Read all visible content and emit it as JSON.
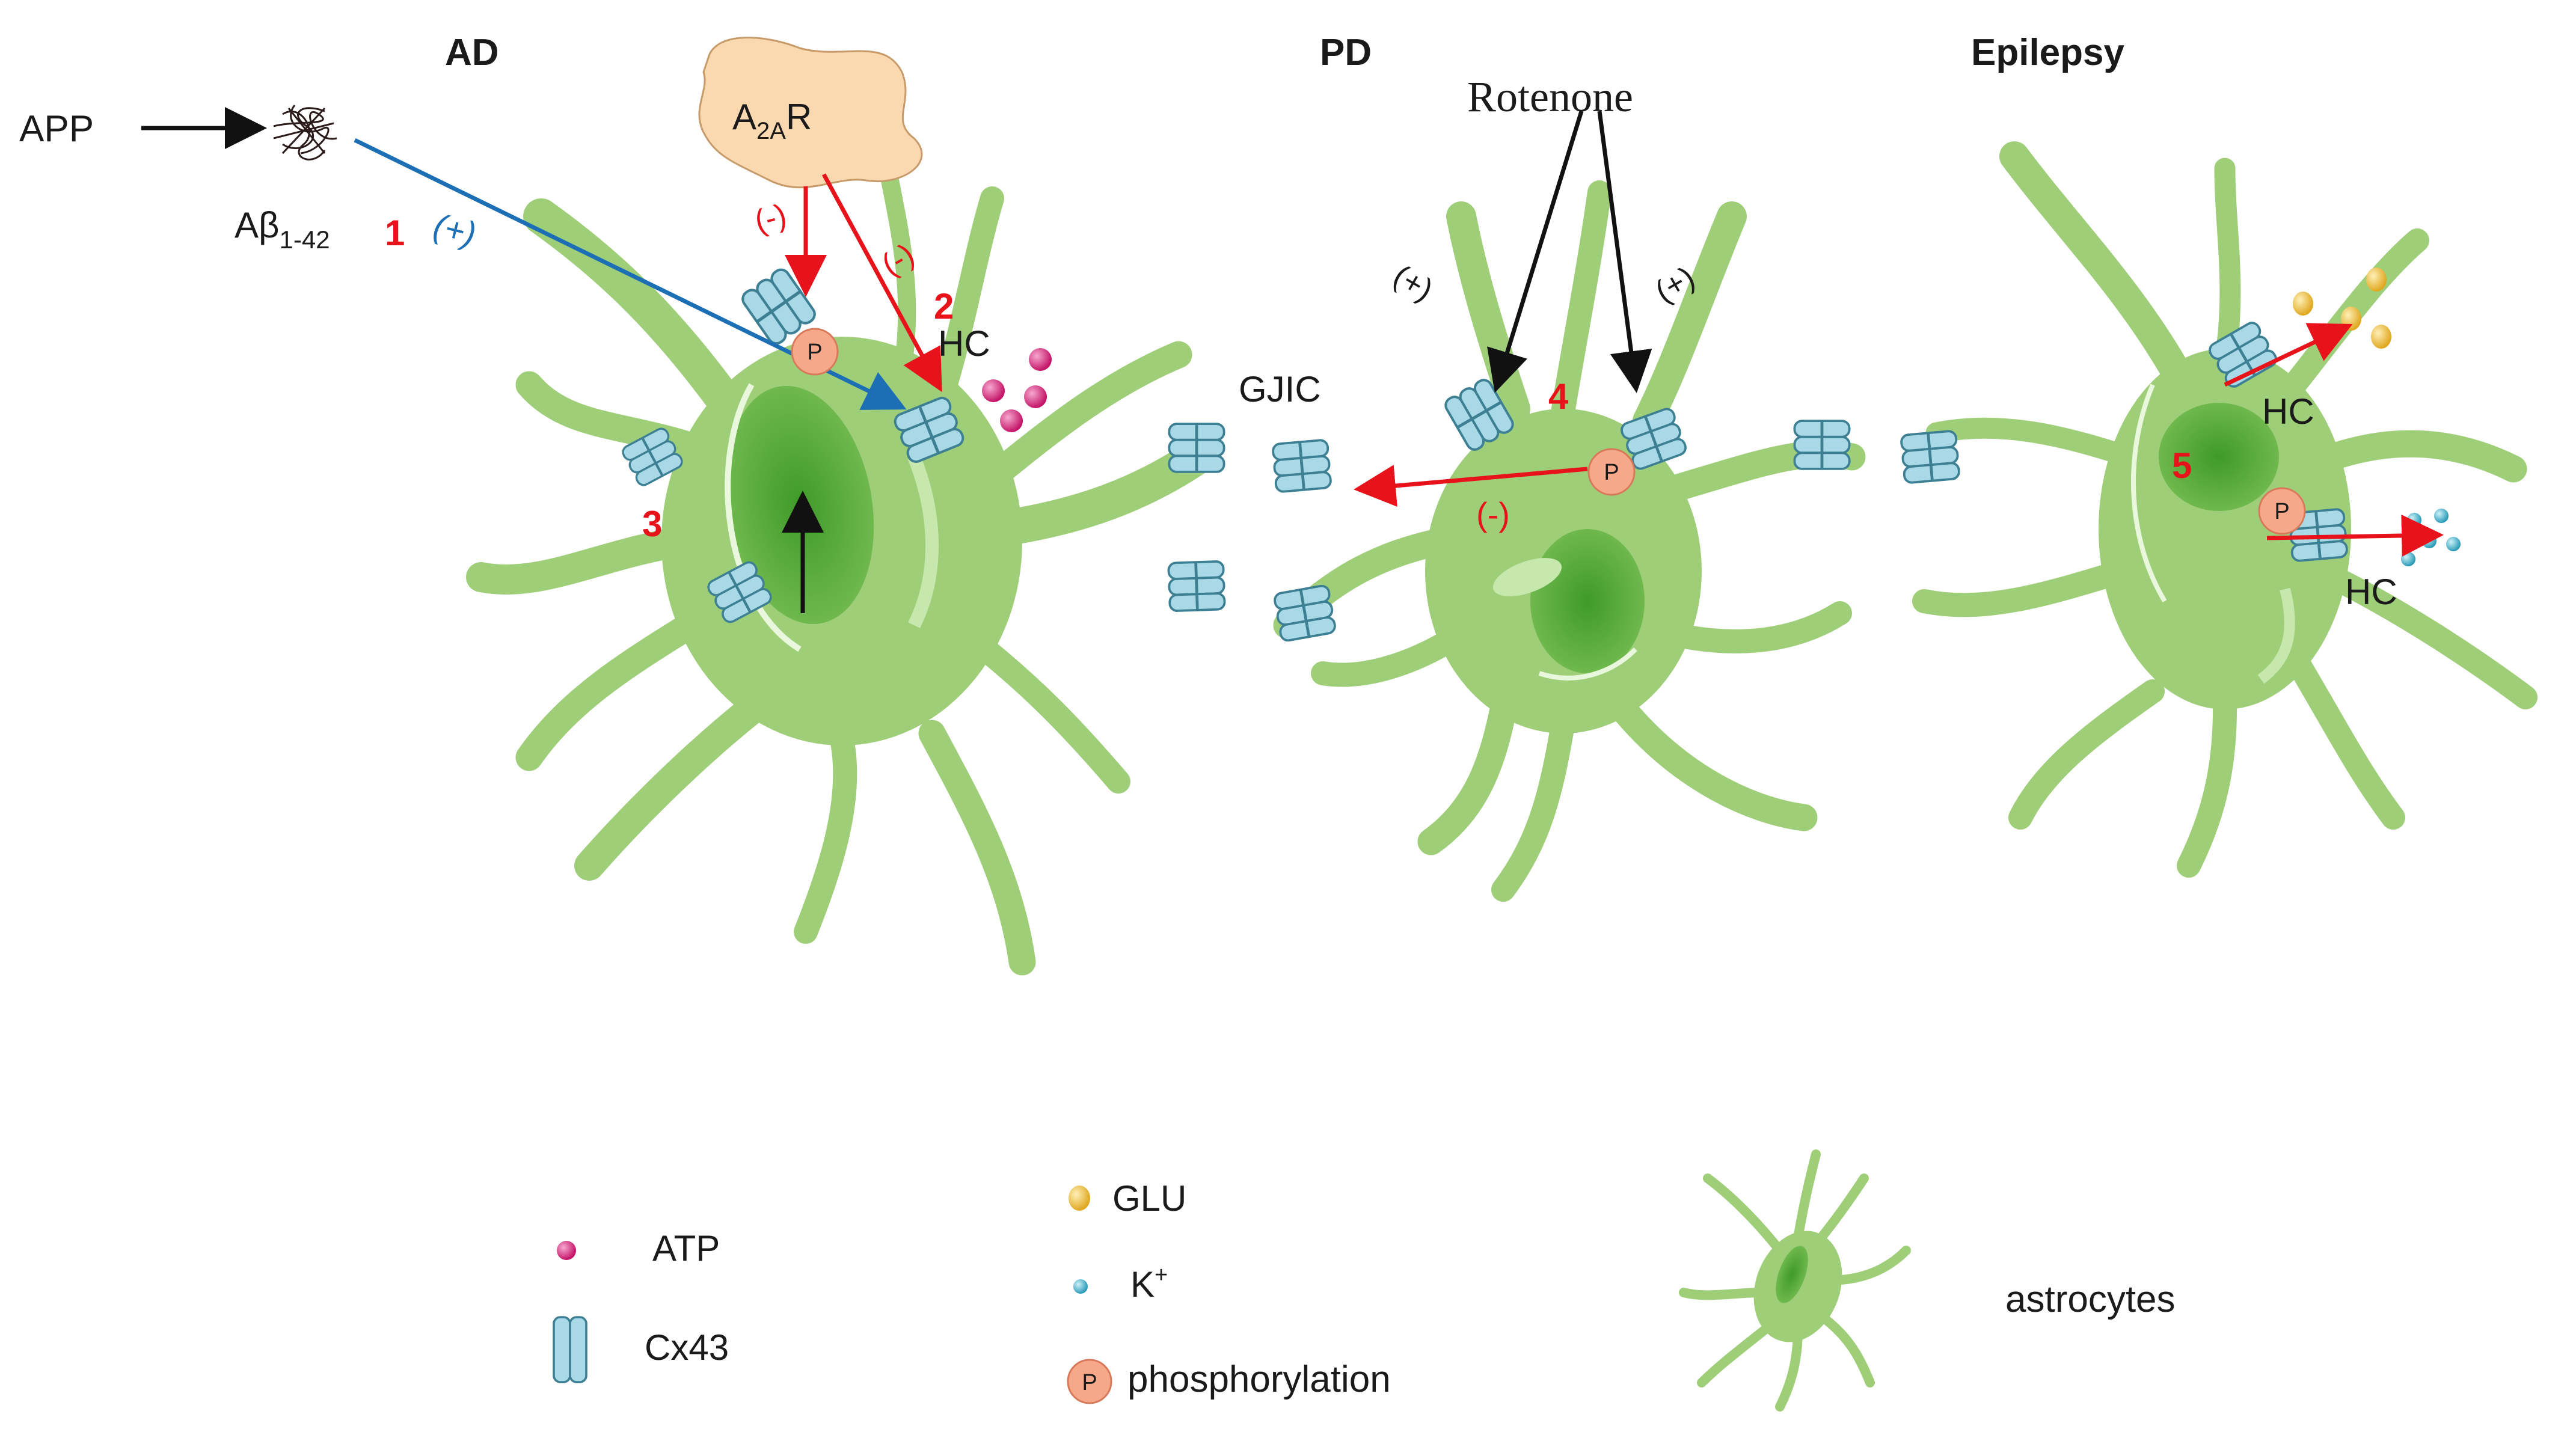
{
  "headings": {
    "ad": "AD",
    "pd": "PD",
    "epilepsy": "Epilepsy"
  },
  "labels": {
    "app": "APP",
    "abeta": "Aβ",
    "abeta_sub": "1-42",
    "a2ar_main": "A",
    "a2ar_sub": "2A",
    "a2ar_r": "R",
    "rotenone": "Rotenone",
    "gjic": "GJIC",
    "hc_ad": "HC",
    "hc_epi_top": "HC",
    "hc_epi_bottom": "HC",
    "phospho_mark": "P"
  },
  "steps": [
    "1",
    "2",
    "3",
    "4",
    "5"
  ],
  "signs": {
    "plus_blue": "(+)",
    "minus_a2ar_1": "(-)",
    "minus_a2ar_2": "(-)",
    "plus_rot_1": "(+)",
    "plus_rot_2": "(+)",
    "minus_pd": "(-)"
  },
  "legend": {
    "atp": "ATP",
    "cx43": "Cx43",
    "glu": "GLU",
    "k": "K",
    "k_sup": "+",
    "phosphorylation": "phosphorylation",
    "astrocytes": "astrocytes"
  },
  "colors": {
    "astrocyte": "#9fce78",
    "astrocyte_dark": "#6fae4a",
    "nucleus": "#55a83a",
    "channel": "#a9d9e6",
    "channel_stroke": "#3d7f93",
    "atp": "#d9267a",
    "glu": "#f2c94c",
    "k": "#3fb4cf",
    "phospho": "#f6a98a",
    "red_arrow": "#e8131a",
    "blue_arrow": "#1c6fb5",
    "a2ar_fill": "#fbd9b0"
  }
}
